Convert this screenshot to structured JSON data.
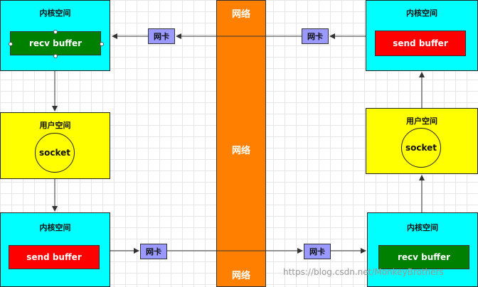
{
  "network": {
    "labels": [
      "网络",
      "网络",
      "网络"
    ]
  },
  "left": {
    "top_kernel": {
      "title": "内核空间",
      "buffer": "recv buffer"
    },
    "user": {
      "title": "用户空间",
      "socket": "socket"
    },
    "bottom_kernel": {
      "title": "内核空间",
      "buffer": "send buffer"
    }
  },
  "right": {
    "top_kernel": {
      "title": "内核空间",
      "buffer": "send buffer"
    },
    "user": {
      "title": "用户空间",
      "socket": "socket"
    },
    "bottom_kernel": {
      "title": "内核空间",
      "buffer": "recv buffer"
    }
  },
  "nics": {
    "top_left": "网卡",
    "top_right": "网卡",
    "bottom_left": "网卡",
    "bottom_right": "网卡"
  },
  "watermark": "https://blog.csdn.net/MonkeyBrothers"
}
